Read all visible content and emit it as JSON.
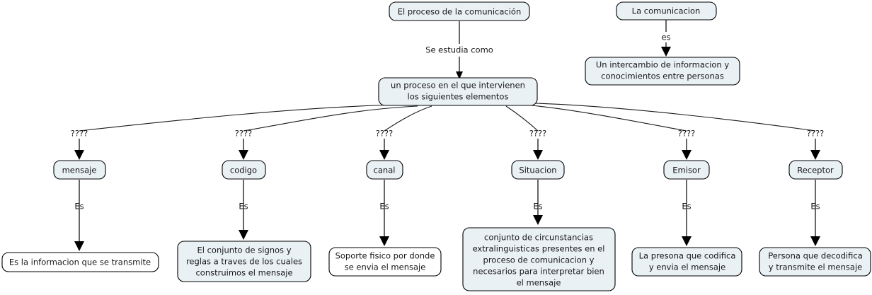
{
  "diagram": {
    "title": "El proceso de la comunicación",
    "type": "concept-map",
    "background": "#ffffff",
    "node_fill_blue": "#eaf1f5",
    "node_fill_white": "#ffffff",
    "node_stroke": "#000000"
  },
  "nodes": {
    "root": "El proceso de la comunicación",
    "hub": "un proceso en el que intervienen\nlos siguientes elementos",
    "hub_line1": "un proceso en el que intervienen",
    "hub_line2": "los siguientes elementos",
    "aside_root": "La comunicacion",
    "aside_def_line1": "Un intercambio de informacion y",
    "aside_def_line2": "conocimientos entre personas",
    "mensaje": "mensaje",
    "codigo": "codigo",
    "canal": "canal",
    "situacion": "Situacion",
    "emisor": "Emisor",
    "receptor": "Receptor"
  },
  "leaves": {
    "mensaje_def_line1": "Es la informacion que se transmite",
    "codigo_def_line1": "El conjunto de signos y",
    "codigo_def_line2": "reglas a traves de los cuales",
    "codigo_def_line3": "construimos el mensaje",
    "canal_def_line1": "Soporte fisico por donde",
    "canal_def_line2": "se envia el mensaje",
    "situacion_def_line1": "conjunto de circunstancias",
    "situacion_def_line2": "extralinguisticas presentes en el",
    "situacion_def_line3": "proceso de comunicacion y",
    "situacion_def_line4": "necesarios para interpretar bien",
    "situacion_def_line5": "el mensaje",
    "emisor_def_line1": "La presona que codifica",
    "emisor_def_line2": "y envia el mensaje",
    "receptor_def_line1": "Persona que decodifica",
    "receptor_def_line2": "y transmite el mensaje"
  },
  "edge_labels": {
    "root_to_hub": "Se estudia como",
    "aside": "es",
    "unknown": "????",
    "es": "Es"
  }
}
